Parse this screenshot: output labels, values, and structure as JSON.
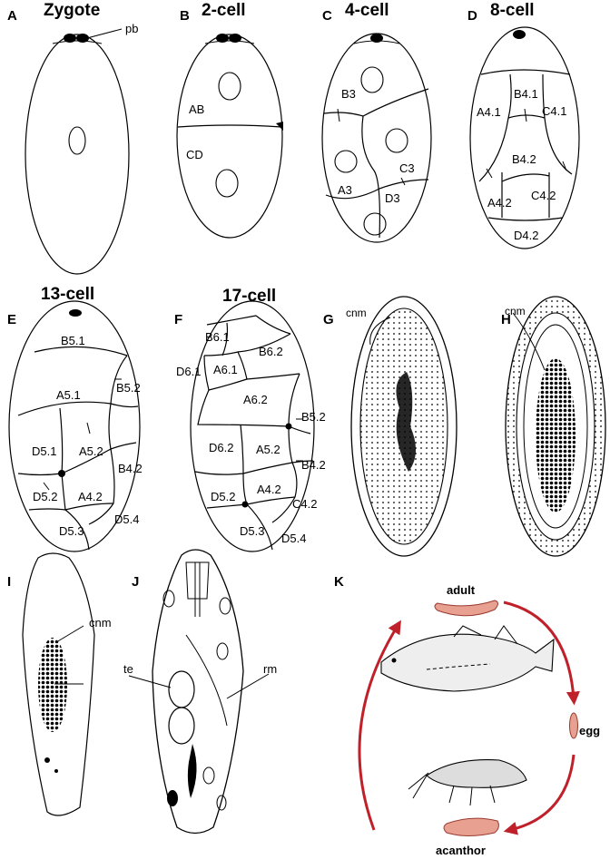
{
  "panels": {
    "A": {
      "letter": "A",
      "title": "Zygote",
      "labels": {
        "pb": "pb"
      }
    },
    "B": {
      "letter": "B",
      "title": "2-cell",
      "labels": {
        "ab": "AB",
        "cd": "CD"
      }
    },
    "C": {
      "letter": "C",
      "title": "4-cell",
      "labels": {
        "b3": "B3",
        "c3": "C3",
        "a3": "A3",
        "d3": "D3"
      }
    },
    "D": {
      "letter": "D",
      "title": "8-cell",
      "labels": {
        "b41": "B4.1",
        "a41": "A4.1",
        "c41": "C4.1",
        "b42": "B4.2",
        "a42": "A4.2",
        "c42": "C4.2",
        "d42": "D4.2"
      }
    },
    "E": {
      "letter": "E",
      "title": "13-cell",
      "labels": {
        "b51": "B5.1",
        "a51": "A5.1",
        "b52": "B5.2",
        "d51": "D5.1",
        "a52": "A5.2",
        "b42": "B4.2",
        "d52": "D5.2",
        "a42": "A4.2",
        "d54": "D5.4",
        "d53": "D5.3"
      }
    },
    "F": {
      "letter": "F",
      "title": "17-cell",
      "labels": {
        "b61": "B6.1",
        "b62": "B6.2",
        "d61": "D6.1",
        "a61": "A6.1",
        "a62": "A6.2",
        "b52": "B5.2",
        "d62": "D6.2",
        "a52": "A5.2",
        "b42": "B4.2",
        "d52": "D5.2",
        "a42": "A4.2",
        "c42": "C4.2",
        "d53": "D5.3",
        "d54": "D5.4"
      }
    },
    "G": {
      "letter": "G",
      "labels": {
        "cnm": "cnm"
      }
    },
    "H": {
      "letter": "H",
      "labels": {
        "cnm": "cnm"
      }
    },
    "I": {
      "letter": "I",
      "labels": {
        "cnm": "cnm"
      }
    },
    "J": {
      "letter": "J",
      "labels": {
        "te": "te",
        "rm": "rm"
      }
    },
    "K": {
      "letter": "K",
      "labels": {
        "adult": "adult",
        "egg": "egg",
        "acanthor": "acanthor"
      }
    }
  },
  "colors": {
    "arrow": "#c0202a",
    "worm": "#e8a090",
    "ink": "#000000"
  }
}
